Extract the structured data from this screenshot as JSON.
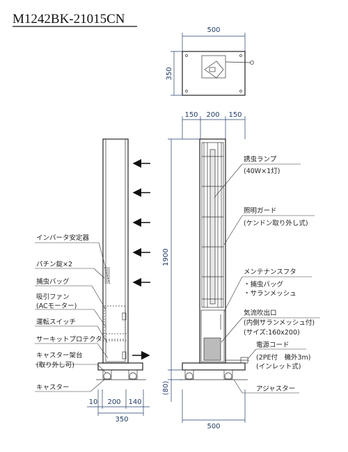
{
  "title": "M1242BK-21015CN",
  "top_view": {
    "width_dim": "500",
    "depth_dim": "350"
  },
  "front_view": {
    "upper_dims": [
      "150",
      "200",
      "150"
    ],
    "height_dim": "1900",
    "base_dim": "(80)",
    "bottom_dim": "500"
  },
  "side_view": {
    "bottom_dims": [
      "10",
      "200",
      "140"
    ],
    "total_dim": "350"
  },
  "left_labels": [
    "インバータ安定器",
    "パチン錠×2",
    "捕虫バッグ",
    "吸引ファン",
    "(ACモーター)",
    "運転スイッチ",
    "サーキットプロテクタ",
    "キャスター架台",
    "(取り外し可)",
    "キャスター"
  ],
  "right_labels": [
    "誘虫ランプ",
    "(40W×1灯)",
    "照明ガード",
    "(ケンドン取り外し式)",
    "メンテナンスフタ",
    "・捕虫バッグ",
    "・サランメッシュ",
    "気流吹出口",
    "(内側サランメッシュ付)",
    "(サイズ:160x200)",
    "電源コード",
    "(2PE付　機外3m)",
    "(インレット式)",
    "アジャスター"
  ]
}
